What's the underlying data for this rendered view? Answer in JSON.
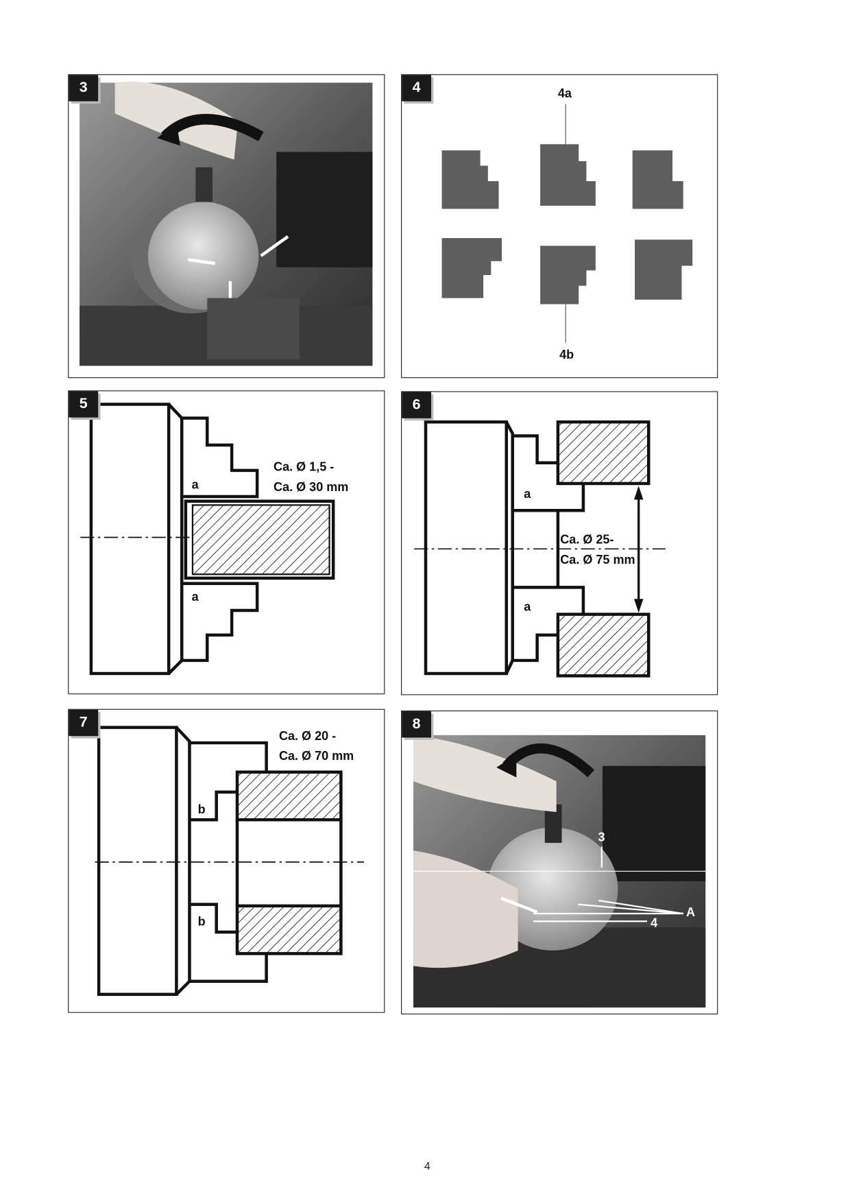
{
  "page_number": "4",
  "figures": {
    "fig3": {
      "number": "3"
    },
    "fig4": {
      "number": "4",
      "label_top": "4a",
      "label_bottom": "4b"
    },
    "fig5": {
      "number": "5",
      "range_line1": "Ca. Ø 1,5 -",
      "range_line2": "Ca. Ø 30 mm",
      "jaw_label_top": "a",
      "jaw_label_bottom": "a"
    },
    "fig6": {
      "number": "6",
      "range_line1": "Ca. Ø 25-",
      "range_line2": "Ca. Ø 75 mm",
      "jaw_label_top": "a",
      "jaw_label_bottom": "a"
    },
    "fig7": {
      "number": "7",
      "range_line1": "Ca. Ø 20 -",
      "range_line2": "Ca. Ø 70 mm",
      "jaw_label_top": "b",
      "jaw_label_bottom": "b"
    },
    "fig8": {
      "number": "8",
      "label_chuck": "3",
      "label_A": "A",
      "label_jaw": "4"
    }
  }
}
